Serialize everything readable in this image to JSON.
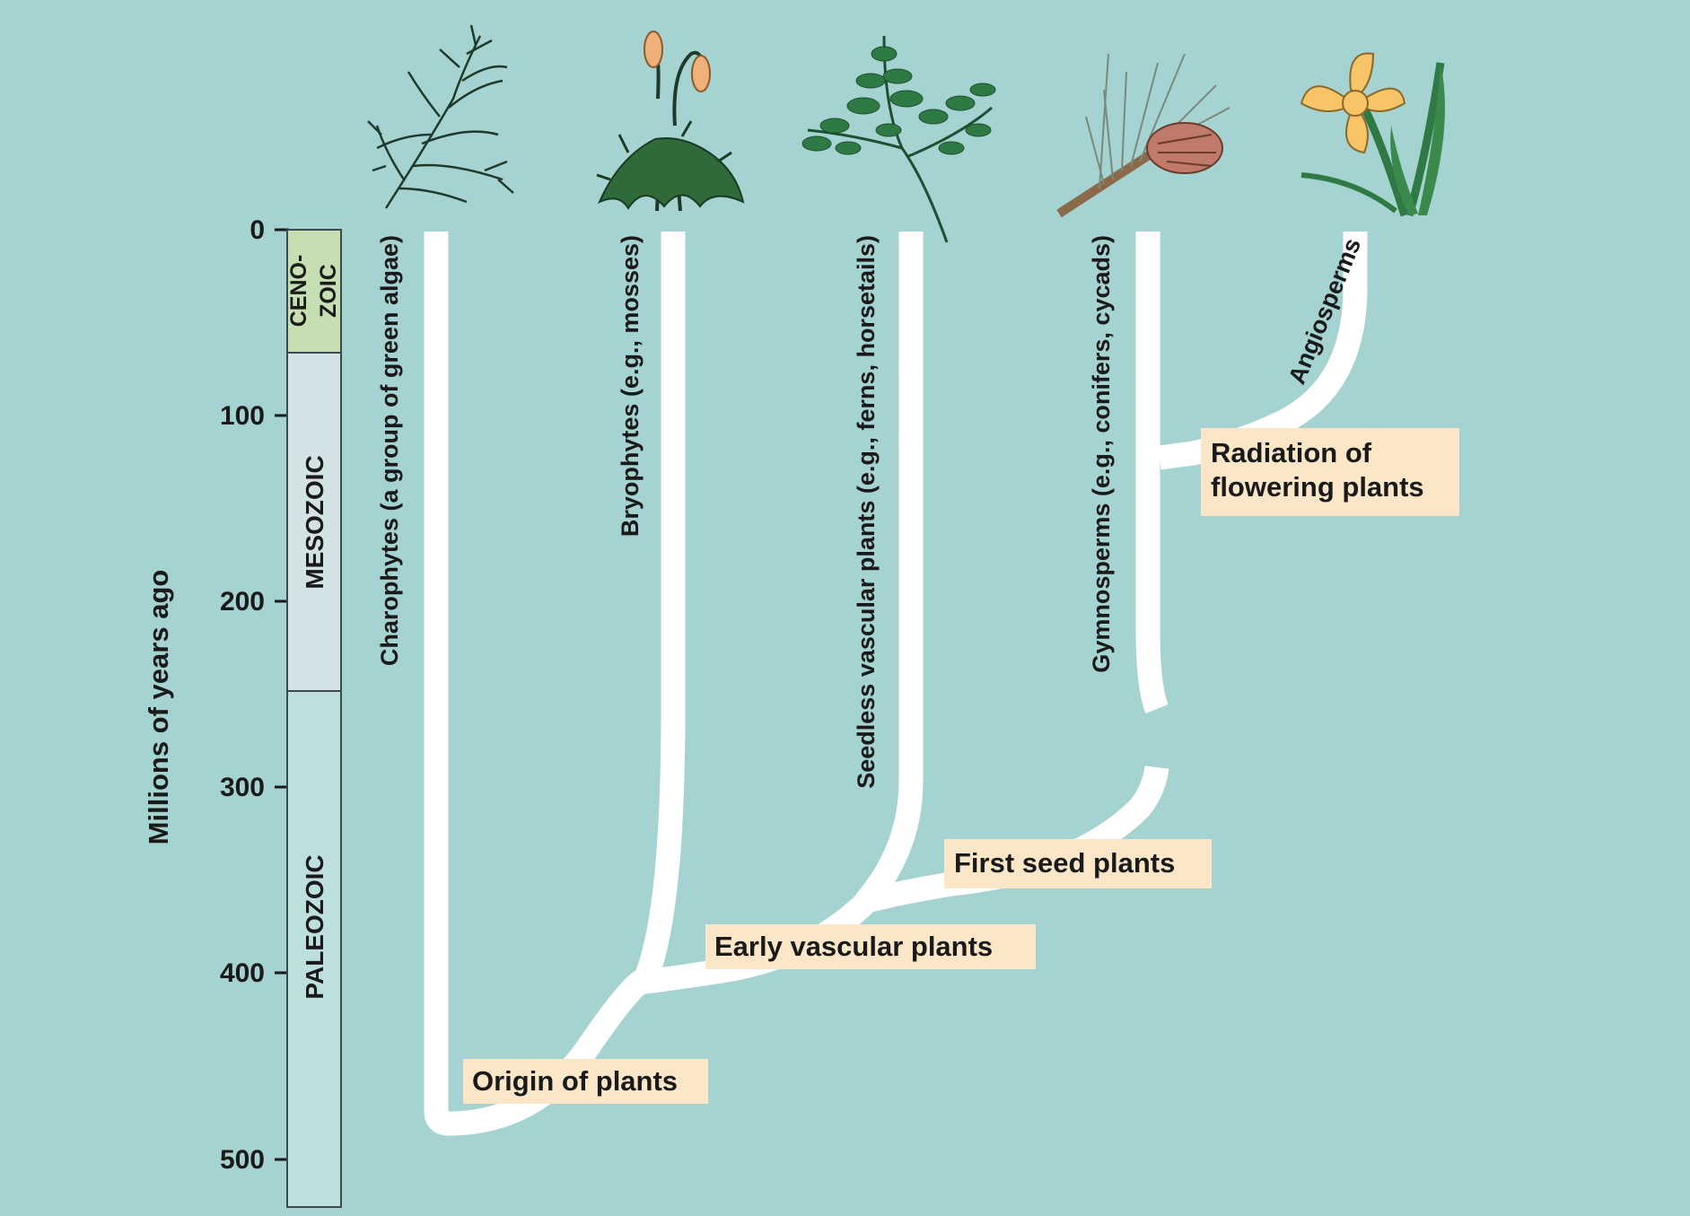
{
  "axis": {
    "label": "Millions of years ago",
    "ticks": [
      "0",
      "100",
      "200",
      "300",
      "400",
      "500"
    ]
  },
  "eras": {
    "cenozoic": [
      "CENO-",
      "ZOIC"
    ],
    "mesozoic": "MESOZOIC",
    "paleozoic": "PALEOZOIC"
  },
  "lineages": [
    "Charophytes (a group of green algae)",
    "Bryophytes (e.g., mosses)",
    "Seedless vascular plants (e.g., ferns, horsetails)",
    "Gymnosperms (e.g., conifers, cycads)",
    "Angiosperms"
  ],
  "events": {
    "origin": "Origin of plants",
    "early_vascular": "Early vascular plants",
    "first_seed": "First seed plants",
    "radiation": [
      "Radiation of",
      "flowering plants"
    ]
  },
  "colors": {
    "background": "#a4d3d1",
    "branches": "#ffffff",
    "label_box": "#fbe7c8",
    "cenozoic": "#c5dfb2",
    "mesozoic": "#d3e2e5",
    "paleozoic": "#bde0de"
  }
}
